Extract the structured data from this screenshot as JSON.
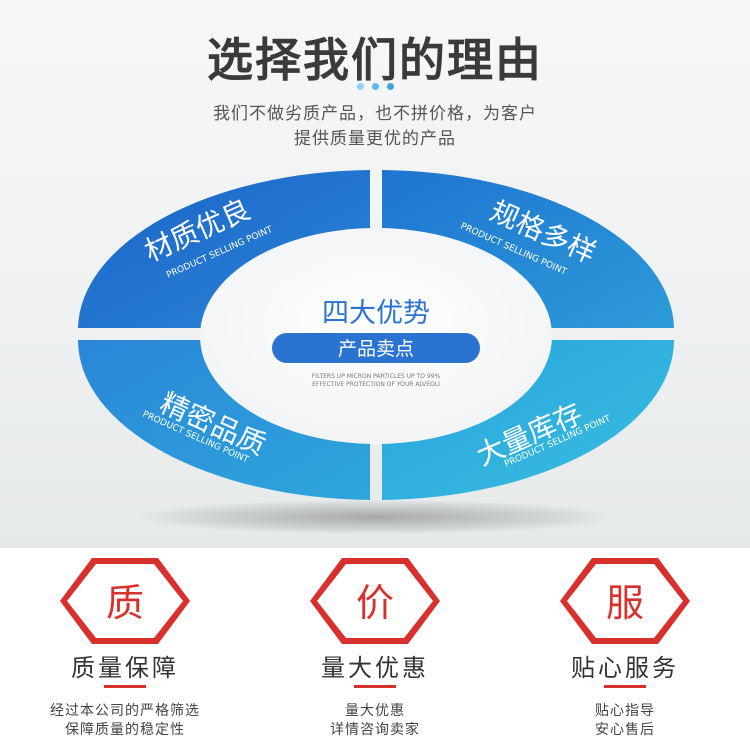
{
  "header": {
    "title": "选择我们的理由",
    "subtitle_line1": "我们不做劣质产品，也不拼价格，为客户",
    "subtitle_line2": "提供质量更优的产品"
  },
  "ring": {
    "center_title": "四大优势",
    "center_badge": "产品卖点",
    "center_small_1": "FILTERS UP MICRON PARTICLES UP TO 99%",
    "center_small_2": "EFFECTIVE PROTECTION OF YOUR ALVEOLI",
    "segments": [
      {
        "label": "材质优良",
        "sub": "PRODUCT SELLING POINT"
      },
      {
        "label": "规格多样",
        "sub": "PRODUCT SELLING POINT"
      },
      {
        "label": "精密品质",
        "sub": "PRODUCT SELLING POINT"
      },
      {
        "label": "大量库存",
        "sub": "PRODUCT SELLING POINT"
      }
    ],
    "colors": {
      "blue_dark": "#1f6fcf",
      "blue_mid": "#2a8ad8",
      "cyan": "#2fb4dc",
      "badge": "#2a73d0"
    }
  },
  "features": [
    {
      "char": "质",
      "title": "质量保障",
      "desc1": "经过本公司的严格筛选",
      "desc2": "保障质量的稳定性"
    },
    {
      "char": "价",
      "title": "量大优惠",
      "desc1": "量大优惠",
      "desc2": "详情咨询卖家"
    },
    {
      "char": "服",
      "title": "贴心服务",
      "desc1": "贴心指导",
      "desc2": "安心售后"
    }
  ],
  "accent_red": "#d8302d"
}
